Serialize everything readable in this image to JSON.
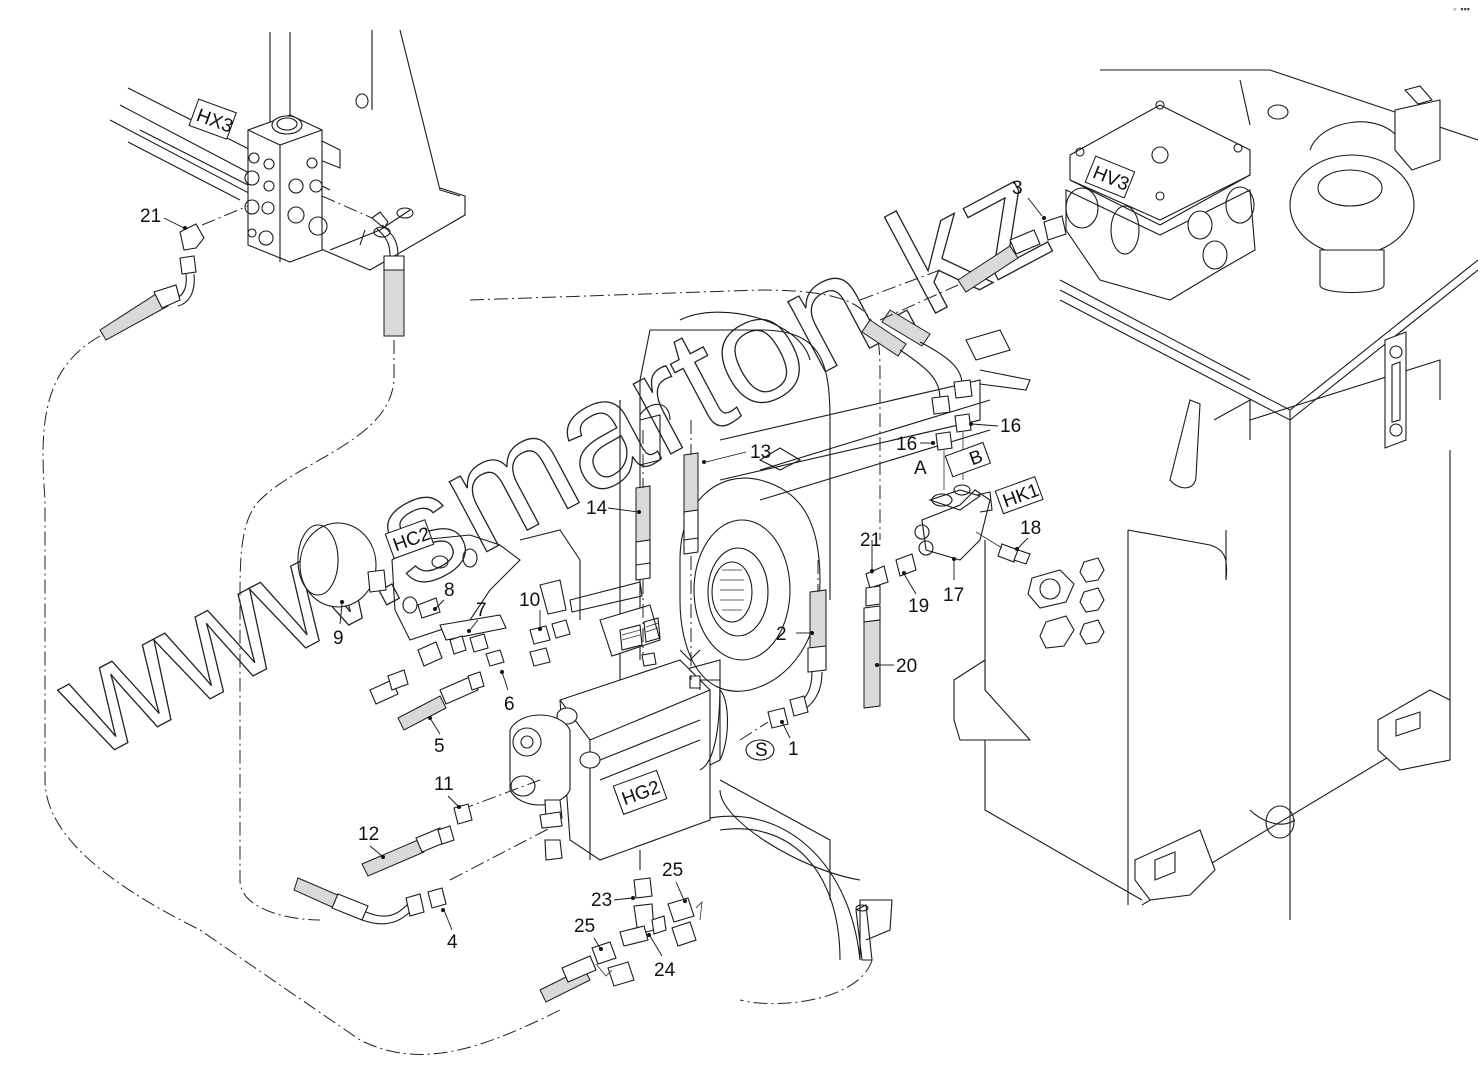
{
  "viewer": {
    "controls": [
      {
        "name": "fullscreen-icon",
        "glyph": "▫"
      },
      {
        "name": "more-options-icon",
        "glyph": "▪▪▪"
      }
    ]
  },
  "diagram": {
    "title": "Hydraulic hoses and fittings exploded view",
    "component_tags": [
      {
        "id": "HX3",
        "label": "HX3"
      },
      {
        "id": "HV3",
        "label": "HV3"
      },
      {
        "id": "HC2",
        "label": "HC2"
      },
      {
        "id": "HG2",
        "label": "HG2"
      },
      {
        "id": "HK1",
        "label": "HK1"
      }
    ],
    "port_labels": [
      {
        "id": "A",
        "label": "A"
      },
      {
        "id": "B",
        "label": "B"
      }
    ],
    "suction_mark": "S",
    "callouts": [
      {
        "id": "c1",
        "label": "1"
      },
      {
        "id": "c2",
        "label": "2"
      },
      {
        "id": "c3",
        "label": "3"
      },
      {
        "id": "c4",
        "label": "4"
      },
      {
        "id": "c5",
        "label": "5"
      },
      {
        "id": "c6",
        "label": "6"
      },
      {
        "id": "c7",
        "label": "7"
      },
      {
        "id": "c8",
        "label": "8"
      },
      {
        "id": "c9",
        "label": "9"
      },
      {
        "id": "c10",
        "label": "10"
      },
      {
        "id": "c11",
        "label": "11"
      },
      {
        "id": "c12",
        "label": "12"
      },
      {
        "id": "c13",
        "label": "13"
      },
      {
        "id": "c14",
        "label": "14"
      },
      {
        "id": "c16a",
        "label": "16"
      },
      {
        "id": "c16b",
        "label": "16"
      },
      {
        "id": "c17",
        "label": "17"
      },
      {
        "id": "c18",
        "label": "18"
      },
      {
        "id": "c19",
        "label": "19"
      },
      {
        "id": "c20",
        "label": "20"
      },
      {
        "id": "c21a",
        "label": "21"
      },
      {
        "id": "c21b",
        "label": "21"
      },
      {
        "id": "c23",
        "label": "23"
      },
      {
        "id": "c24",
        "label": "24"
      },
      {
        "id": "c25a",
        "label": "25"
      },
      {
        "id": "c25b",
        "label": "25"
      }
    ],
    "watermark": "www.smarton.kz"
  }
}
